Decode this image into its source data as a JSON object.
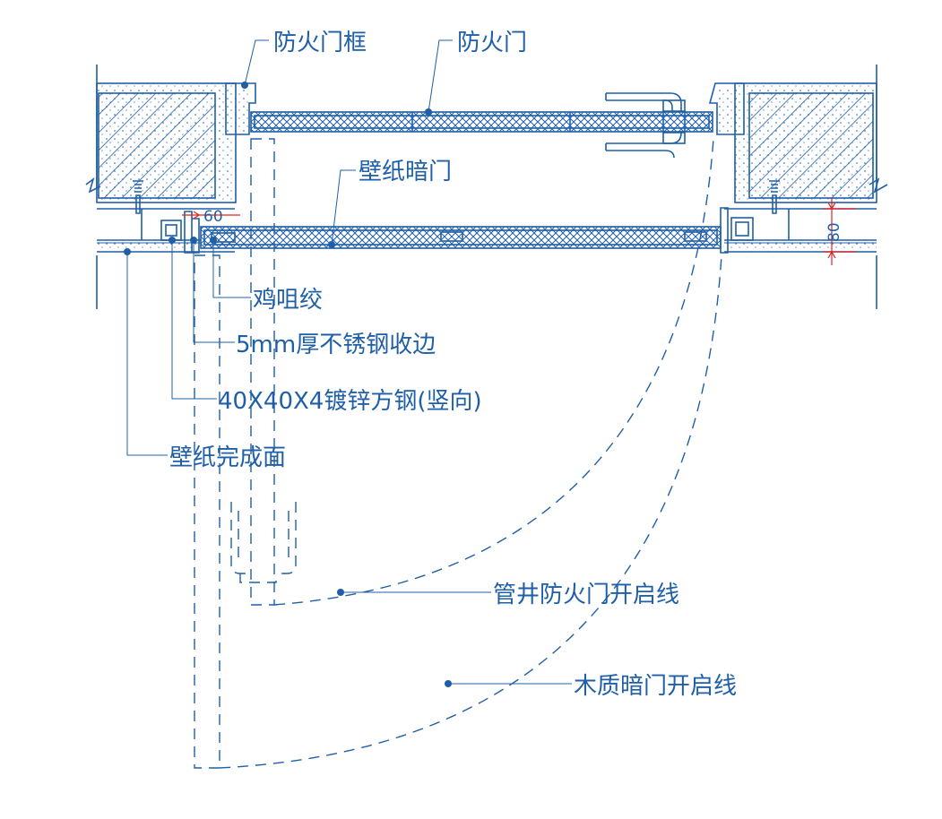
{
  "labels": {
    "fire_door_frame": "防火门框",
    "fire_door": "防火门",
    "wallpaper_hidden_door": "壁纸暗门",
    "hinge": "鸡咀绞",
    "steel_trim": "5mm厚不锈钢收边",
    "square_steel": "40X40X4镀锌方钢(竖向)",
    "wallpaper_finish": "壁纸完成面",
    "shaft_door_swing": "管井防火门开启线",
    "wood_door_swing": "木质暗门开启线"
  },
  "dimensions": {
    "left_gap": "60",
    "right_depth": "80"
  },
  "colors": {
    "line": "#1f5fa8",
    "dimension": "#e02020"
  }
}
